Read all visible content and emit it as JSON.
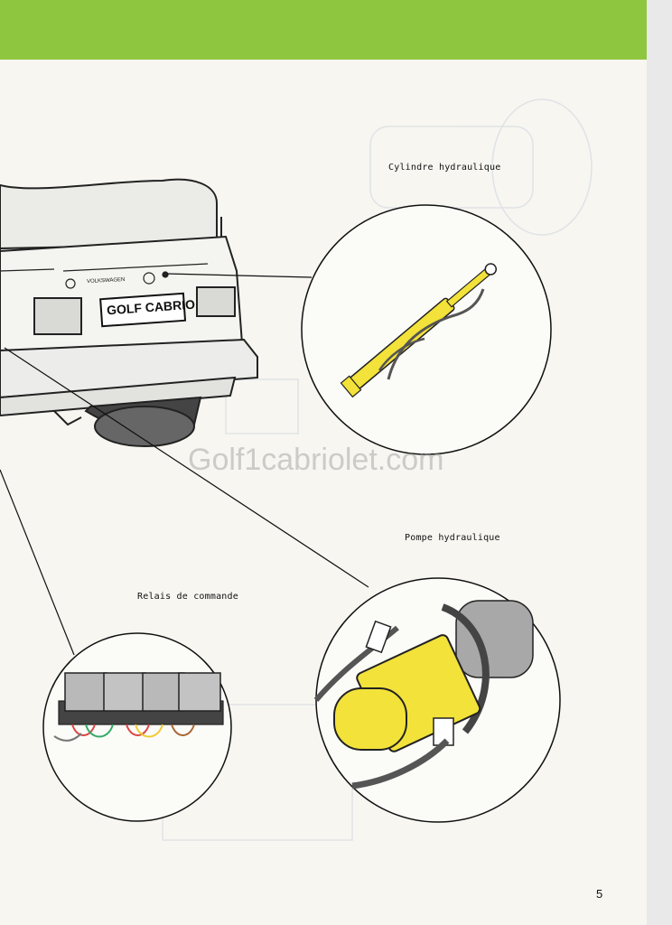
{
  "callouts": {
    "cylinder": "Cylindre hydraulique",
    "pump": "Pompe hydraulique",
    "relay": "Relais de commande"
  },
  "car": {
    "badge": "VOLKSWAGEN",
    "plate": "GOLF CABRIO"
  },
  "watermark": "Golf1cabriolet.com",
  "page_number": "5",
  "colors": {
    "header_band": "#8fc63f",
    "component_yellow": "#f2e23a",
    "paper": "#f7f6f1"
  }
}
